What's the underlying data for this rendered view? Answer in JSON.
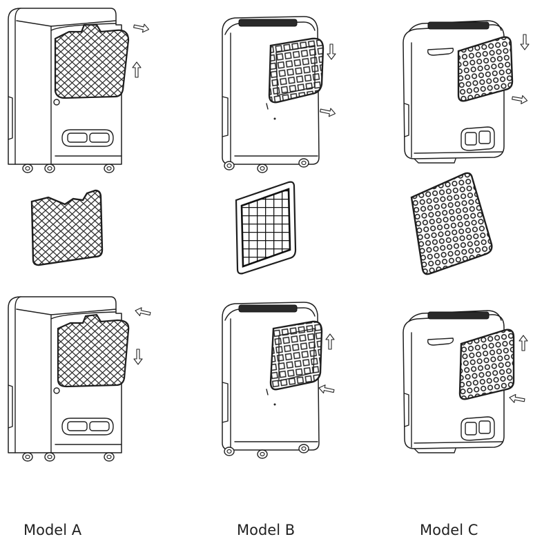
{
  "models": [
    {
      "id": "a",
      "caption": "Model A"
    },
    {
      "id": "b",
      "caption": "Model B"
    },
    {
      "id": "c",
      "caption": "Model C"
    }
  ],
  "colors": {
    "line": "#1e1e1e",
    "background": "#ffffff",
    "text": "#222222"
  },
  "icons": [
    "arrow-icon",
    "caster-wheel-icon",
    "handle-icon"
  ]
}
